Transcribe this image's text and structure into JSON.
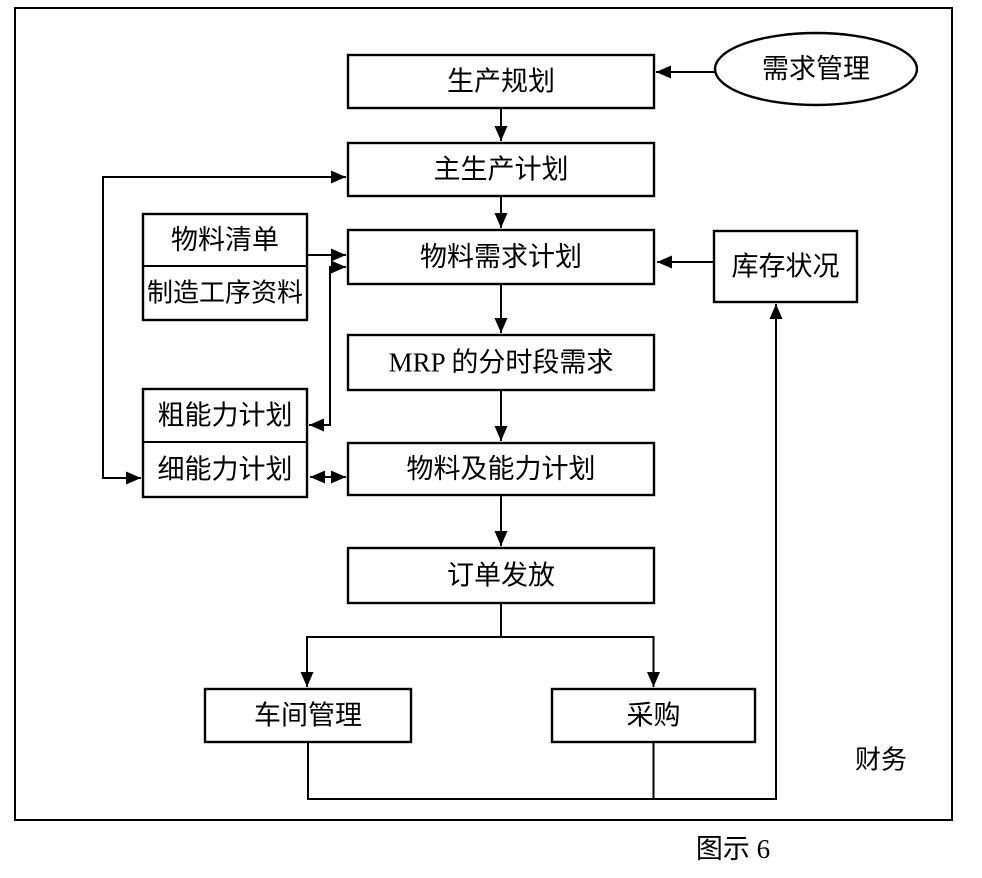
{
  "diagram": {
    "caption": "图示 6",
    "colors": {
      "line": "#000000",
      "background": "#ffffff",
      "text": "#000000"
    },
    "nodes": {
      "demand_management": "需求管理",
      "production_planning": "生产规划",
      "master_production_schedule": "主生产计划",
      "bill_of_materials": "物料清单",
      "manufacturing_routing": "制造工序资料",
      "material_requirements_planning": "物料需求计划",
      "inventory_status": "库存状况",
      "mrp_time_phased_demand": "MRP 的分时段需求",
      "rough_cut_capacity_planning": "粗能力计划",
      "detailed_capacity_planning": "细能力计划",
      "material_and_capacity_planning": "物料及能力计划",
      "order_release": "订单发放",
      "shop_floor_management": "车间管理",
      "purchasing": "采购",
      "finance": "财务"
    }
  }
}
